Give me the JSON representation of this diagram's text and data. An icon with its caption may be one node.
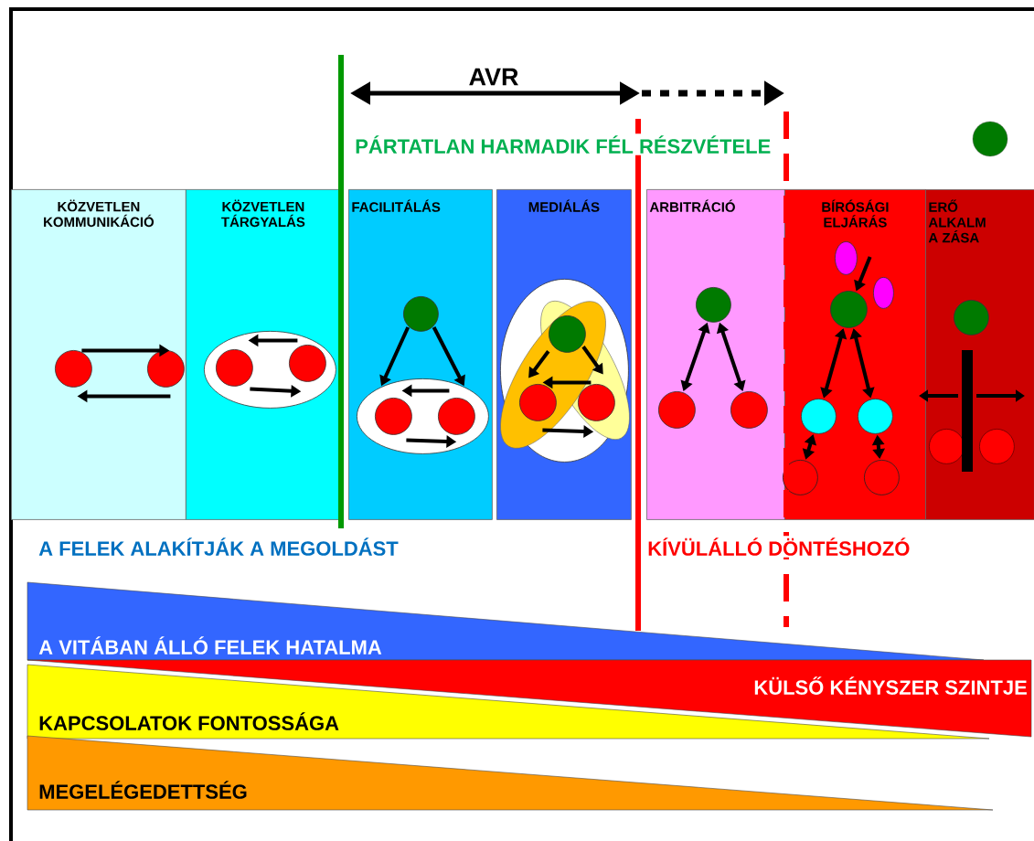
{
  "diagram": {
    "nodes": [
      {
        "text": [
          "KÖZVETLEN KOMMUNIKÁCIÓ"
        ]
      },
      {
        "text": [
          "KÖZVETLEN TÁRGYALÁS"
        ]
      },
      {
        "text": [
          "FACILITÁLÁS"
        ]
      },
      {
        "text": [
          "MEDIÁLÁS"
        ]
      },
      {
        "text": [
          "ARBITRÁCIÓ"
        ]
      },
      {
        "text": [
          "BÍRÓSÁGI ELJÁRÁS"
        ]
      },
      {
        "text": [
          "ERŐ ALKALM A ZÁSA"
        ]
      },
      {
        "text": [],
        "shape": "circle",
        "in": 0
      },
      {
        "text": [],
        "shape": "circle",
        "in": 0
      },
      {
        "text": [],
        "shape": "ellipse",
        "in": 1
      },
      {
        "text": [],
        "shape": "circle",
        "in": 9
      },
      {
        "text": [],
        "shape": "circle",
        "in": 9
      },
      {
        "text": [],
        "shape": "circle",
        "in": 2
      },
      {
        "text": [],
        "shape": "ellipse",
        "in": 2
      },
      {
        "text": [],
        "shape": "circle",
        "in": 13
      },
      {
        "text": [],
        "shape": "circle",
        "in": 13
      },
      {
        "text": [],
        "shape": "ellipse",
        "in": 3
      },
      {
        "text": [],
        "shape": "circle",
        "in": 16
      },
      {
        "text": [],
        "shape": "circle",
        "in": 16
      },
      {
        "text": [],
        "shape": "circle",
        "in": 16
      },
      {
        "text": [],
        "shape": "circle",
        "in": 4
      },
      {
        "text": [],
        "shape": "circle",
        "in": 4
      },
      {
        "text": [],
        "shape": "circle",
        "in": 4
      },
      {
        "text": [],
        "shape": "ellipse",
        "in": 5
      },
      {
        "text": [],
        "shape": "ellipse",
        "in": 5
      },
      {
        "text": [],
        "shape": "circle",
        "in": 5
      },
      {
        "text": [],
        "shape": "circle",
        "in": 5
      },
      {
        "text": [],
        "shape": "circle",
        "in": 5
      },
      {
        "text": [],
        "shape": "circle",
        "in": 5
      },
      {
        "text": [],
        "shape": "circle",
        "in": 5
      },
      {
        "text": [],
        "shape": "circle",
        "in": 6
      },
      {
        "text": [],
        "shape": "circle",
        "in": 6
      },
      {
        "text": [],
        "shape": "circle",
        "in": 6
      },
      {
        "text": [
          "A VITÁBAN ÁLLÓ FELEK HATALMA"
        ]
      },
      {
        "text": [
          "KÜLSŐ KÉNYSZER SZINTJE"
        ]
      },
      {
        "text": [
          "KAPCSOLATOK FONTOSSÁGA"
        ]
      },
      {
        "text": [
          "MEGELÉGEDETTSÉG"
        ]
      }
    ],
    "edges": [
      {
        "from": 7,
        "to": 8,
        "arrow": "to"
      },
      {
        "from": 8,
        "to": 7,
        "arrow": "to"
      },
      {
        "from": 11,
        "to": 10,
        "arrow": "to"
      },
      {
        "from": 10,
        "to": 11,
        "arrow": "to"
      },
      {
        "from": 12,
        "to": 13,
        "arrow": "to"
      },
      {
        "from": 12,
        "to": 13,
        "arrow": "to"
      },
      {
        "from": 15,
        "to": 14,
        "arrow": "to"
      },
      {
        "from": 14,
        "to": 15,
        "arrow": "to"
      },
      {
        "from": 17,
        "to": 18,
        "arrow": "to"
      },
      {
        "from": 17,
        "to": 19,
        "arrow": "to"
      },
      {
        "from": 19,
        "to": 18,
        "arrow": "to"
      },
      {
        "from": 18,
        "to": 19,
        "arrow": "to"
      },
      {
        "from": 20,
        "to": 21,
        "arrow": "both"
      },
      {
        "from": 20,
        "to": 22,
        "arrow": "both"
      },
      {
        "from": null,
        "to": 25,
        "arrow": "to"
      },
      {
        "from": 25,
        "to": 26,
        "arrow": "both"
      },
      {
        "from": 25,
        "to": 27,
        "arrow": "both"
      },
      {
        "from": 26,
        "to": 28,
        "arrow": "both"
      },
      {
        "from": 27,
        "to": 29,
        "arrow": "both"
      }
    ],
    "labels": [
      "AVR",
      "PÁRTATLAN HARMADIK FÉL RÉSZVÉTELE",
      "A FELEK ALAKÍTJÁK A MEGOLDÁST",
      "KÍVÜLÁLLÓ DÖNTÉSHOZÓ"
    ]
  }
}
